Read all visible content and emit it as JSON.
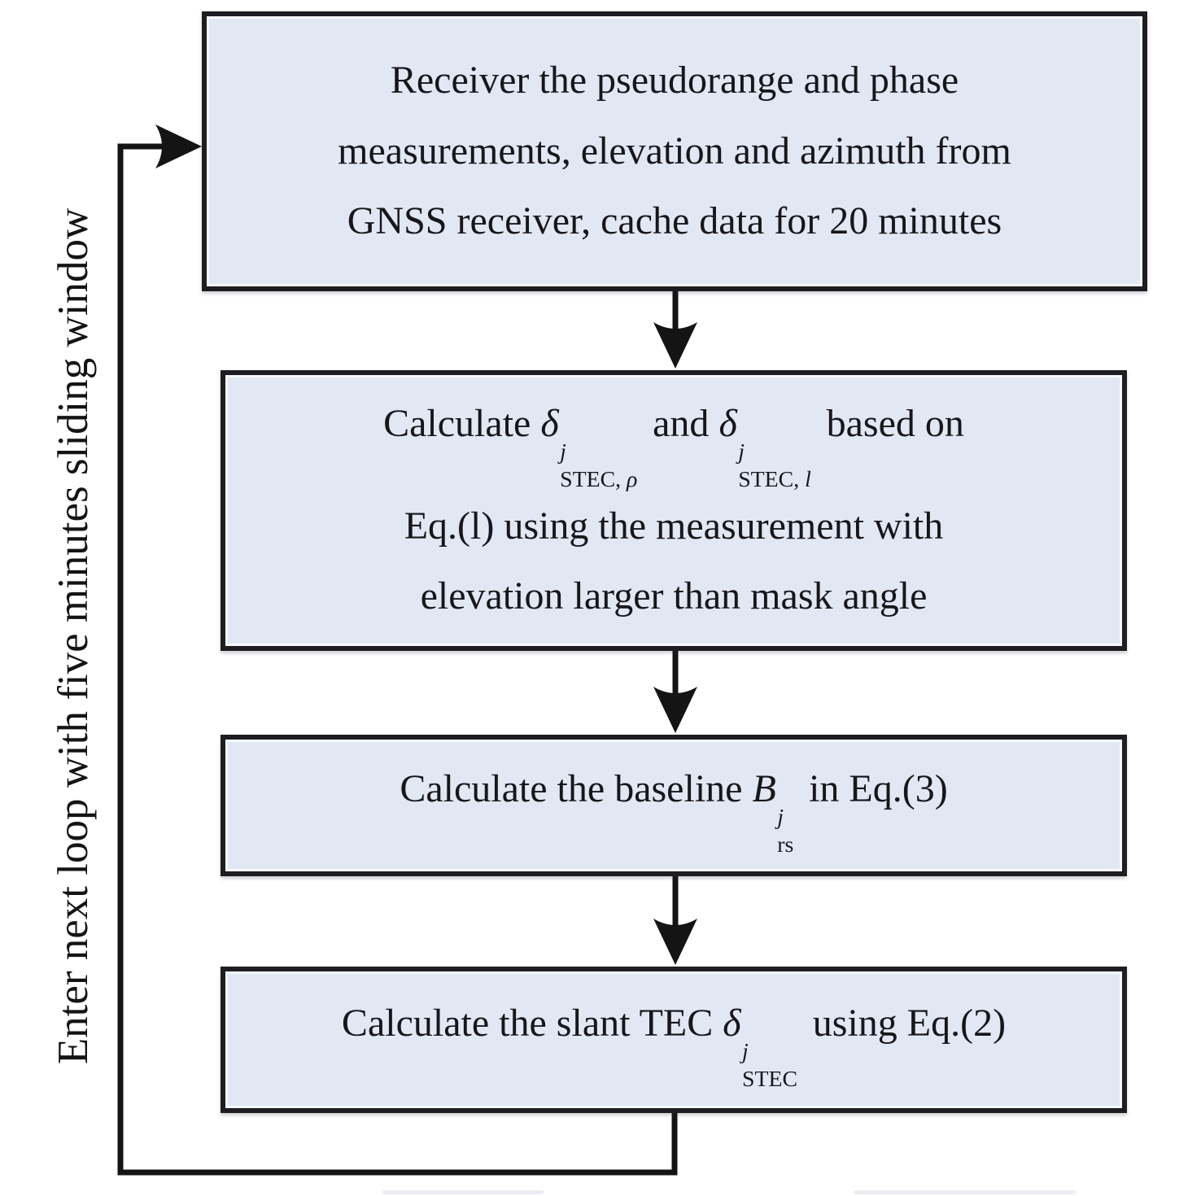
{
  "figure": {
    "type": "flowchart",
    "loop_label": "Enter next loop with five minutes sliding window",
    "colors": {
      "box_fill": "#e2e7f4",
      "box_border": "#1d1d22",
      "connector": "#141414",
      "text": "#17171a",
      "background": "#ffffff"
    },
    "steps": [
      {
        "name": "receive-measurements",
        "lines": [
          "Receiver the pseudorange and phase",
          "measurements, elevation and azimuth from",
          "GNSS receiver, cache data for 20 minutes"
        ]
      },
      {
        "name": "calculate-stec-deltas",
        "l1": {
          "pre": "Calculate ",
          "m1": {
            "base": "δ",
            "sup": "j",
            "sub": "STEC, ",
            "sub_it": "ρ"
          },
          "mid": " and ",
          "m2": {
            "base": "δ",
            "sup": "j",
            "sub": "STEC, ",
            "sub_it": "l"
          },
          "post": " based on"
        },
        "l2": "Eq.(l) using the measurement with",
        "l3": "elevation larger than mask angle"
      },
      {
        "name": "calculate-baseline",
        "l1": {
          "pre": "Calculate the baseline ",
          "m1": {
            "base": "B",
            "sup": "j",
            "sub": "rs",
            "sub_it": ""
          },
          "post": " in Eq.(3)"
        }
      },
      {
        "name": "calculate-slant-tec",
        "l1": {
          "pre": "Calculate the slant TEC ",
          "m1": {
            "base": "δ",
            "sup": "j",
            "sub": "STEC",
            "sub_it": ""
          },
          "post": " using Eq.(2)"
        }
      }
    ]
  }
}
